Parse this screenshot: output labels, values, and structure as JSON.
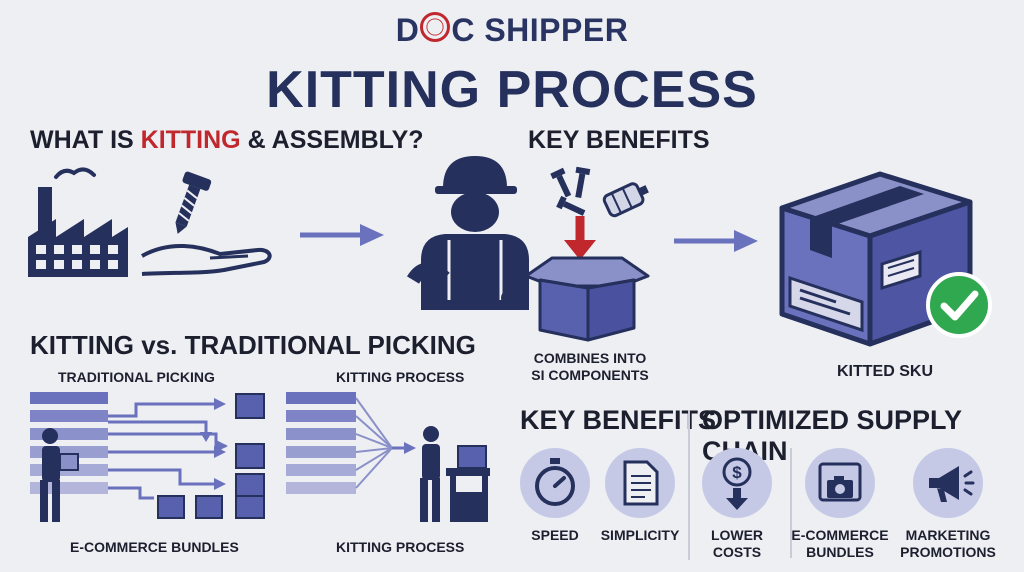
{
  "header": {
    "logo_left": "D",
    "logo_right": "C SHIPPER",
    "title": "KITTING PROCESS"
  },
  "section_what": {
    "heading_pre": "WHAT IS ",
    "heading_red": "KITTING",
    "heading_post": " & ASSEMBLY?"
  },
  "section_key_top": {
    "heading": "KEY BENEFITS",
    "box_caption_line1": "COMBINES INTO",
    "box_caption_line2": "SI COMPONENTS"
  },
  "kitted": {
    "caption": "KITTED SKU"
  },
  "comparison": {
    "heading": "KITTING vs. TRADITIONAL PICKING",
    "traditional_label": "TRADITIONAL PICKING",
    "kitting_label": "KITTING PROCESS",
    "bottom_left_label": "E-COMMERCE BUNDLES",
    "bottom_mid_label": "KITTING PROCESS"
  },
  "benefits": {
    "heading": "KEY BENEFITS",
    "items": [
      {
        "label": "SPEED",
        "icon": "stopwatch-icon"
      },
      {
        "label": "SIMPLICITY",
        "icon": "document-icon"
      }
    ]
  },
  "supply_chain": {
    "heading": "OPTIMIZED SUPPLY CHAIN",
    "items": [
      {
        "label_line1": "LOWER",
        "label_line2": "COSTS",
        "icon": "dollar-down-icon"
      },
      {
        "label_line1": "E-COMMERCE",
        "label_line2": "BUNDLES",
        "icon": "camera-icon"
      },
      {
        "label_line1": "MARKETING",
        "label_line2": "PROMOTIONS",
        "icon": "megaphone-icon"
      }
    ]
  },
  "colors": {
    "navy": "#25305c",
    "accent_red": "#c0282d",
    "arrow_blue": "#6a71bd",
    "box_blue": "#5861ad",
    "check_green": "#2fa84f",
    "circle_bg": "#c5c9e6"
  }
}
